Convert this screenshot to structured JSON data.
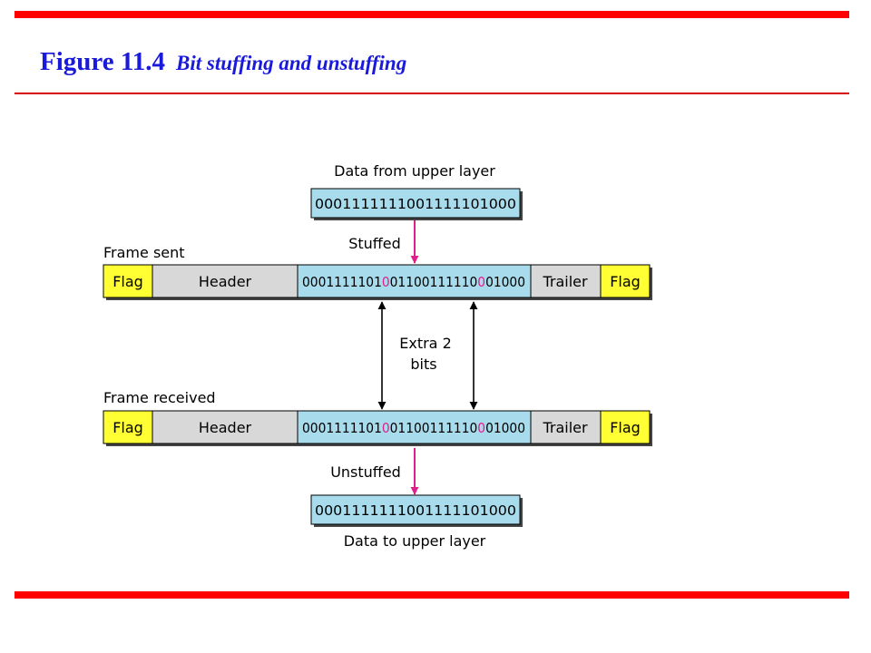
{
  "title": {
    "figure_number": "Figure 11.4",
    "caption": "Bit stuffing and unstuffing"
  },
  "diagram": {
    "data_from_upper": {
      "label": "Data from upper layer",
      "bits": "0001111111001111101000"
    },
    "stuffed_label": "Stuffed",
    "frame_sent": {
      "label": "Frame sent",
      "flag": "Flag",
      "header": "Header",
      "payload_segments": [
        {
          "text": "0001111101",
          "highlight": false
        },
        {
          "text": "0",
          "highlight": true
        },
        {
          "text": "01100111110",
          "highlight": false
        },
        {
          "text": "0",
          "highlight": true
        },
        {
          "text": "01000",
          "highlight": false
        }
      ],
      "trailer": "Trailer"
    },
    "extra_bits_label": [
      "Extra 2",
      "bits"
    ],
    "frame_received": {
      "label": "Frame received",
      "flag": "Flag",
      "header": "Header",
      "payload_segments": [
        {
          "text": "0001111101",
          "highlight": false
        },
        {
          "text": "0",
          "highlight": true
        },
        {
          "text": "01100111110",
          "highlight": false
        },
        {
          "text": "0",
          "highlight": true
        },
        {
          "text": "01000",
          "highlight": false
        }
      ],
      "trailer": "Trailer"
    },
    "unstuffed_label": "Unstuffed",
    "data_to_upper": {
      "label": "Data to upper layer",
      "bits": "0001111111001111101000"
    },
    "colors": {
      "flag_fill": "#ffff33",
      "header_fill": "#d8d8d8",
      "payload_fill": "#a8dcec",
      "stuff_arrow": "#e0208a",
      "highlight_bit": "#e0208a",
      "title": "#1a1adb",
      "accent_bar": "#ff0000"
    }
  }
}
